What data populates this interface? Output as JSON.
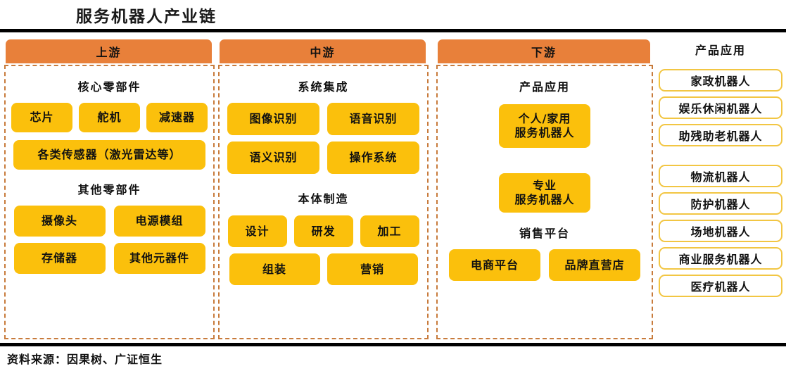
{
  "title": "服务机器人产业链",
  "columns": {
    "upstream": {
      "header": "上游",
      "groups": [
        {
          "title": "核心零部件",
          "rows": [
            [
              "芯片",
              "舵机",
              "减速器"
            ],
            [
              "各类传感器（激光雷达等）"
            ]
          ]
        },
        {
          "title": "其他零部件",
          "rows": [
            [
              "摄像头",
              "电源模组"
            ],
            [
              "存储器",
              "其他元器件"
            ]
          ]
        }
      ]
    },
    "midstream": {
      "header": "中游",
      "groups": [
        {
          "title": "系统集成",
          "rows": [
            [
              "图像识别",
              "语音识别"
            ],
            [
              "语义识别",
              "操作系统"
            ]
          ]
        },
        {
          "title": "本体制造",
          "rows": [
            [
              "设计",
              "研发",
              "加工"
            ],
            [
              "组装",
              "营销"
            ]
          ]
        }
      ]
    },
    "downstream": {
      "header": "下游",
      "groups": [
        {
          "title": "产品应用",
          "boxes": [
            {
              "line1": "个人/家用",
              "line2": "服务机器人"
            },
            {
              "line1": "专业",
              "line2": "服务机器人"
            }
          ]
        },
        {
          "title": "销售平台",
          "rows": [
            [
              "电商平台",
              "品牌直营店"
            ]
          ]
        }
      ]
    }
  },
  "applications": {
    "title": "产品应用",
    "personal": [
      "家政机器人",
      "娱乐休闲机器人",
      "助残助老机器人"
    ],
    "professional": [
      "物流机器人",
      "防护机器人",
      "场地机器人",
      "商业服务机器人",
      "医疗机器人"
    ]
  },
  "footer": {
    "source": "资料来源：因果树、广证恒生"
  },
  "colors": {
    "header_orange": "#E8803A",
    "chip_yellow": "#FBC00C",
    "dashed_border": "#C87B3C",
    "app_border": "#F2C643"
  }
}
